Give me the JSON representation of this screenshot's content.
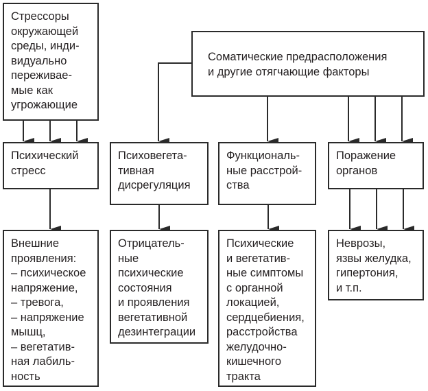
{
  "diagram": {
    "nodes": {
      "stressors": {
        "lines": [
          "Стрессоры",
          "окружающей",
          "среды, инди-",
          "видуально",
          "переживае-",
          "мые как",
          "угрожающие"
        ]
      },
      "somatic": {
        "lines": [
          "Соматические предрасположения",
          "и другие отягчающие факторы"
        ]
      },
      "psychic_stress": {
        "lines": [
          "Психический",
          "стресс"
        ]
      },
      "psychoveg": {
        "lines": [
          "Психовегета-",
          "тивная",
          "дисрегуляция"
        ]
      },
      "functional": {
        "lines": [
          "Функциональ-",
          "ные расстрой-",
          "ства"
        ]
      },
      "organ_damage": {
        "lines": [
          "Поражение",
          "органов"
        ]
      },
      "external": {
        "lines": [
          "Внешние",
          "проявления:",
          "– психическое",
          "напряжение,",
          "– тревога,",
          "– напряжение",
          "мышц,",
          "– вегетатив-",
          "ная лабиль-",
          "ность"
        ]
      },
      "negative": {
        "lines": [
          "Отрицатель-",
          "ные",
          "психические",
          "состояния",
          "и проявления",
          "вегетативной",
          "дезинтеграции"
        ]
      },
      "symptoms": {
        "lines": [
          "Психические",
          "и вегетатив-",
          "ные симптомы",
          "с органной",
          "локацией,",
          "сердцебиения,",
          "расстройства",
          "желудочно-",
          "кишечного",
          "тракта"
        ]
      },
      "diseases": {
        "lines": [
          "Неврозы,",
          "язвы желудка,",
          "гипертония,",
          "и т.п."
        ]
      }
    },
    "edges": [
      {
        "from": "stressors",
        "to": "psychic_stress",
        "count": 3
      },
      {
        "from": "somatic",
        "to": "psychoveg",
        "count": 1
      },
      {
        "from": "somatic",
        "to": "functional",
        "count": 1
      },
      {
        "from": "somatic",
        "to": "organ_damage",
        "count": 3
      },
      {
        "from": "psychic_stress",
        "to": "external",
        "count": 1
      },
      {
        "from": "psychoveg",
        "to": "negative",
        "count": 1
      },
      {
        "from": "functional",
        "to": "symptoms",
        "count": 1
      },
      {
        "from": "organ_damage",
        "to": "diseases",
        "count": 3
      }
    ],
    "colors": {
      "line": "#2a2a2a",
      "text": "#231f20",
      "background": "#ffffff"
    }
  }
}
